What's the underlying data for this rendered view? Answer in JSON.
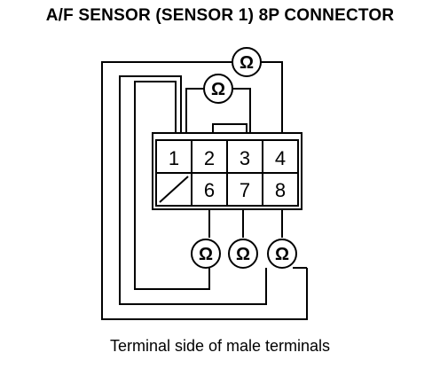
{
  "title": "A/F SENSOR (SENSOR 1) 8P CONNECTOR",
  "caption": "Terminal side of male terminals",
  "terminals": {
    "t1": "1",
    "t2": "2",
    "t3": "3",
    "t4": "4",
    "t6": "6",
    "t7": "7",
    "t8": "8"
  },
  "meter_symbol": "Ω",
  "icons": {
    "meter": "ohmmeter-icon",
    "blank_cell": "diagonal-slash-cell"
  }
}
